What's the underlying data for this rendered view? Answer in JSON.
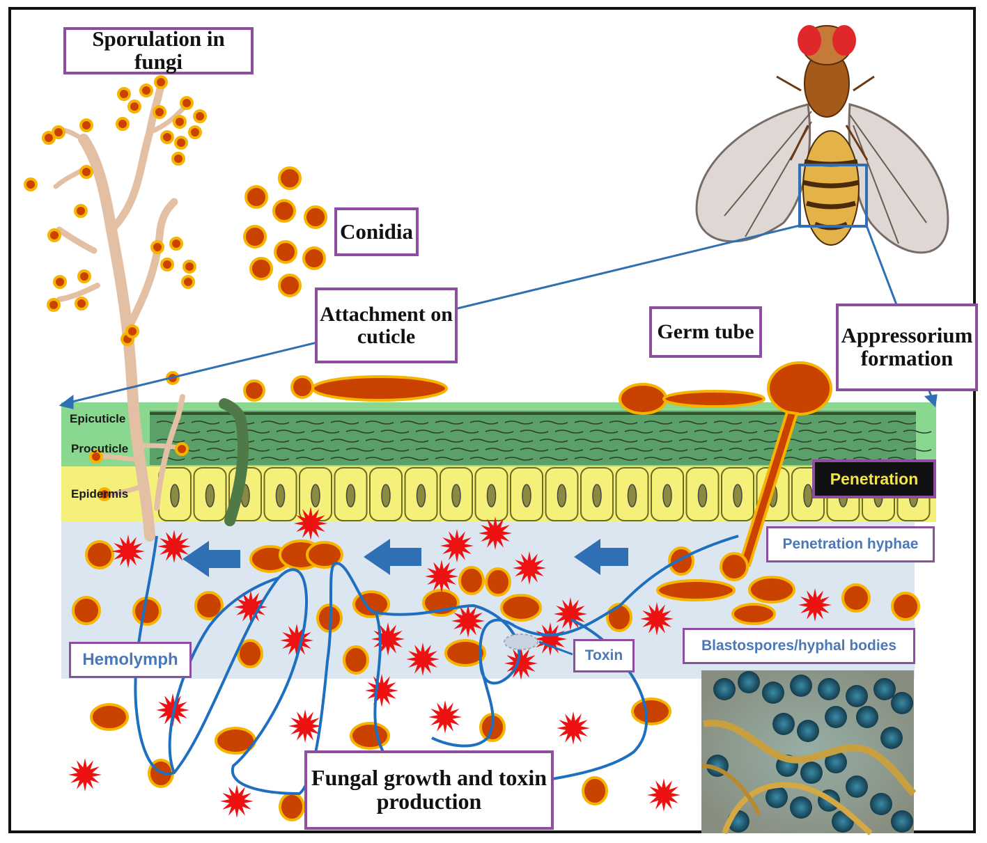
{
  "labels": {
    "sporulation": "Sporulation in fungi",
    "conidia": "Conidia",
    "attachment": "Attachment on\ncuticle",
    "germ_tube": "Germ tube",
    "appressorium": "Appressorium\nformation",
    "penetration": "Penetration",
    "penetration_hyphae": "Penetration hyphae",
    "blastospores": "Blastospores/hyphal bodies",
    "toxin": "Toxin",
    "hemolymph": "Hemolymph",
    "fungal_growth": "Fungal growth and toxin\nproduction"
  },
  "layers": {
    "epicuticle": "Epicuticle",
    "procuticle": "Procuticle",
    "epidermis": "Epidermis"
  },
  "colors": {
    "spore_fill": "#c94200",
    "spore_ring": "#f6b300",
    "toxin": "#ee1111",
    "flow_arrow": "#2f6fb3",
    "hypha_line": "#1f6fc0",
    "cuticle": "#5aa068",
    "epidermis": "#f5f07a",
    "hemolymph": "#dce6f0",
    "label_border": "#8e4ea0"
  },
  "icons": [
    "fruit-fly-icon",
    "conidiophore-icon",
    "toxin-star-icon",
    "flow-arrow-icon"
  ]
}
